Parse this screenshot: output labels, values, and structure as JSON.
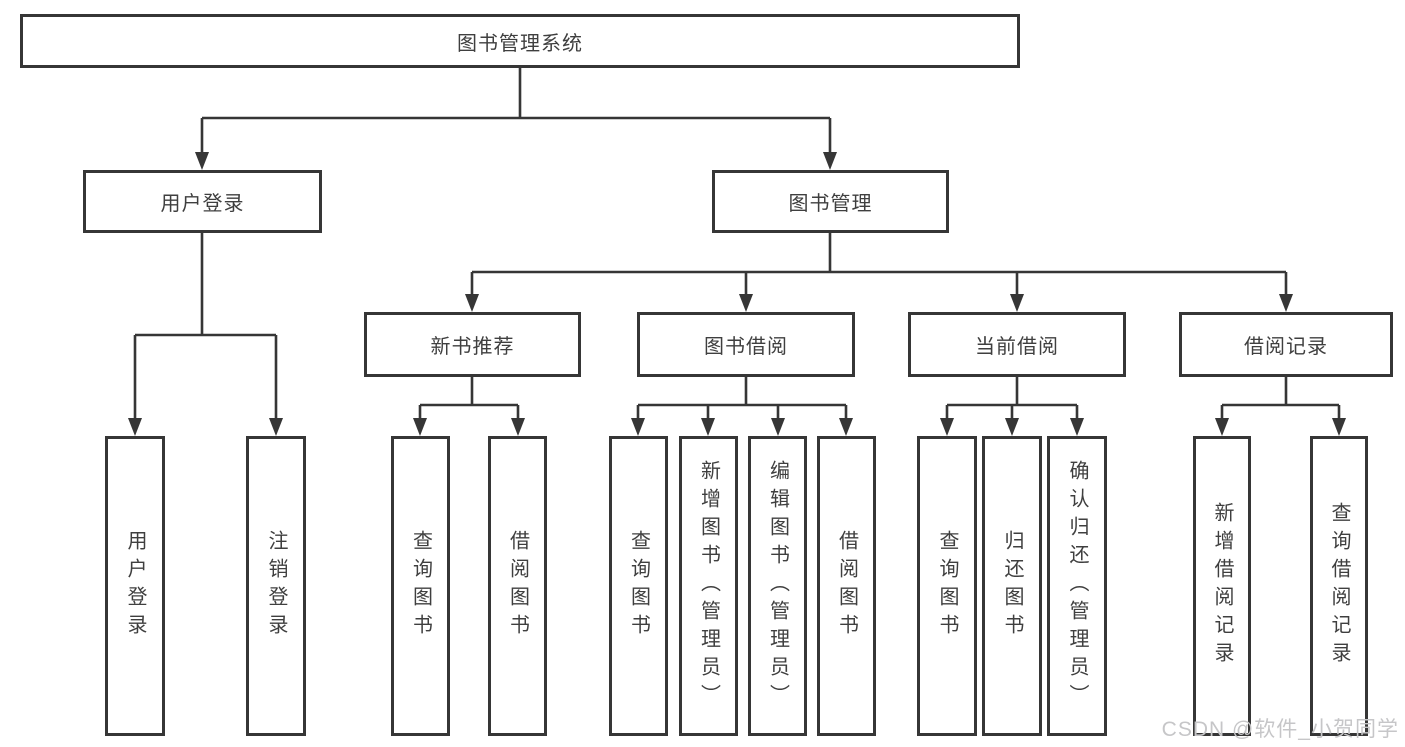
{
  "diagram_title": "图书管理系统",
  "colors": {
    "line": "#363636",
    "text": "#3f3f3f",
    "box_background": "#ffffff",
    "watermark_text_color": "#c6c6c8"
  },
  "tree": {
    "label": "图书管理系统",
    "children": [
      {
        "label": "用户登录",
        "children": [
          {
            "label": "用户登录"
          },
          {
            "label": "注销登录"
          }
        ]
      },
      {
        "label": "图书管理",
        "children": [
          {
            "label": "新书推荐",
            "children": [
              {
                "label": "查询图书"
              },
              {
                "label": "借阅图书"
              }
            ]
          },
          {
            "label": "图书借阅",
            "children": [
              {
                "label": "查询图书"
              },
              {
                "label": "新增图书（管理员）"
              },
              {
                "label": "编辑图书（管理员）"
              },
              {
                "label": "借阅图书"
              }
            ]
          },
          {
            "label": "当前借阅",
            "children": [
              {
                "label": "查询图书"
              },
              {
                "label": "归还图书"
              },
              {
                "label": "确认归还（管理员）"
              }
            ]
          },
          {
            "label": "借阅记录",
            "children": [
              {
                "label": "新增借阅记录"
              },
              {
                "label": "查询借阅记录"
              }
            ]
          }
        ]
      }
    ]
  },
  "watermark": {
    "text": "CSDN @软件_小贺同学"
  }
}
